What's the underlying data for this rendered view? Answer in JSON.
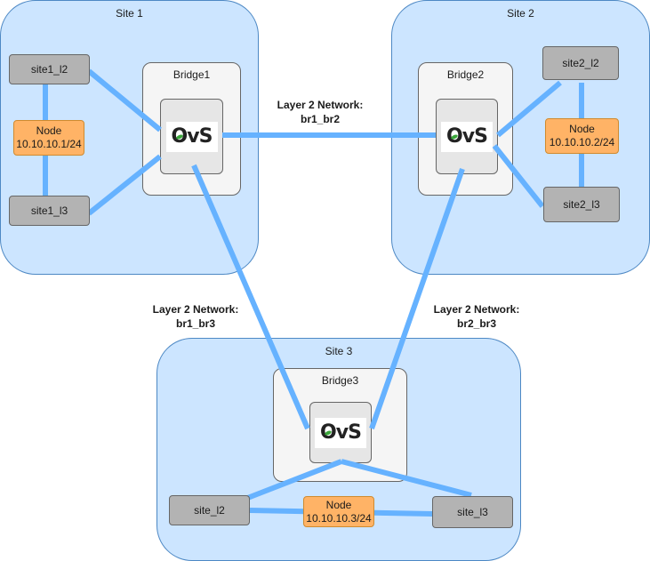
{
  "sites": [
    {
      "key": "site1",
      "title": "Site 1"
    },
    {
      "key": "site2",
      "title": "Site 2"
    },
    {
      "key": "site3",
      "title": "Site 3"
    }
  ],
  "bridges": [
    {
      "key": "bridge1",
      "title": "Bridge1",
      "logo": "OvS"
    },
    {
      "key": "bridge2",
      "title": "Bridge2",
      "logo": "OvS"
    },
    {
      "key": "bridge3",
      "title": "Bridge3",
      "logo": "OvS"
    }
  ],
  "ports": {
    "site1_l2": "site1_l2",
    "site1_l3": "site1_l3",
    "site2_l2": "site2_l2",
    "site2_l3": "site2_l3",
    "site_l2": "site_l2",
    "site_l3": "site_l3"
  },
  "nodes": [
    {
      "label": "Node",
      "ip": "10.10.10.1/24"
    },
    {
      "label": "Node",
      "ip": "10.10.10.2/24"
    },
    {
      "label": "Node",
      "ip": "10.10.10.3/24"
    }
  ],
  "networks": [
    {
      "title": "Layer 2 Network:",
      "name": "br1_br2"
    },
    {
      "title": "Layer 2 Network:",
      "name": "br1_br3"
    },
    {
      "title": "Layer 2 Network:",
      "name": "br2_br3"
    }
  ],
  "colors": {
    "site_fill": "#cce5ff",
    "link": "#66b2ff",
    "node_fill": "#ffb366",
    "port_fill": "#b3b3b3",
    "bridge_fill": "#f5f5f5"
  }
}
